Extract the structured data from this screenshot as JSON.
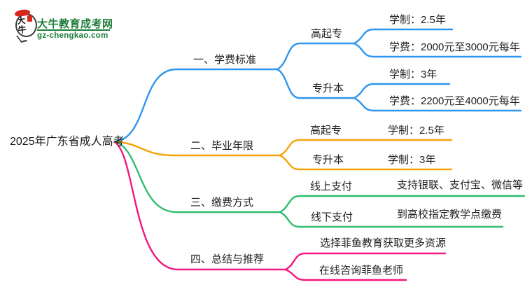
{
  "logo": {
    "bubble_text": "大牛",
    "title": "大牛教育成考网",
    "url": "gz-chengkao.com",
    "brand_green": "#1E7E3A",
    "seal_red": "#D8281C"
  },
  "root": {
    "label": "2025年广东省成人高考"
  },
  "branches": [
    {
      "label": "一、学费标准",
      "color": "#2E96F0",
      "children": [
        {
          "label": "高起专",
          "leaves": [
            "学制：2.5年",
            "学费：2000元至3000元每年"
          ]
        },
        {
          "label": "专升本",
          "leaves": [
            "学制：3年",
            "学费：2200元至4000元每年"
          ]
        }
      ]
    },
    {
      "label": "二、毕业年限",
      "color": "#F5A30B",
      "children": [
        {
          "label": "高起专",
          "leaves": [
            "学制：2.5年"
          ]
        },
        {
          "label": "专升本",
          "leaves": [
            "学制：3年"
          ]
        }
      ]
    },
    {
      "label": "三、缴费方式",
      "color": "#2EBE6F",
      "children": [
        {
          "label": "线上支付",
          "leaves": [
            "支持银联、支付宝、微信等"
          ]
        },
        {
          "label": "线下支付",
          "leaves": [
            "到高校指定教学点缴费"
          ]
        }
      ]
    },
    {
      "label": "四、总结与推荐",
      "color": "#F2187D",
      "children": [
        {
          "label": "选择菲鱼教育获取更多资源",
          "leaves": []
        },
        {
          "label": "在线咨询菲鱼老师",
          "leaves": []
        }
      ]
    }
  ]
}
